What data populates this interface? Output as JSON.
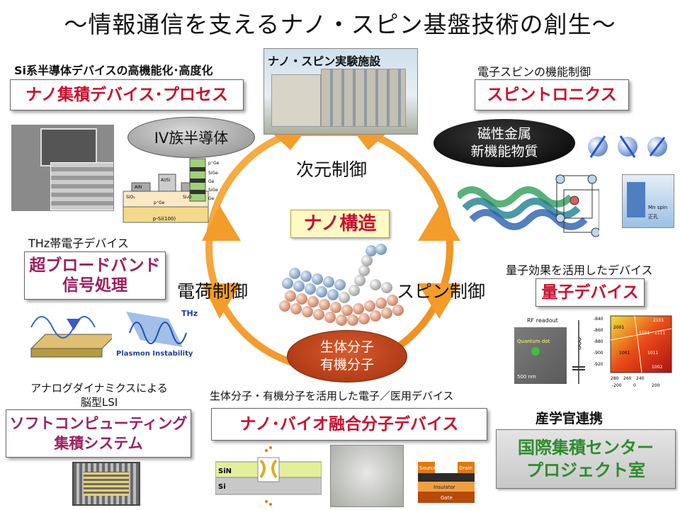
{
  "title": "～情報通信を支えるナノ・スピン基盤技術の創生～",
  "center": {
    "label": "ナノ構造",
    "top_control": "次元制御",
    "left_control": "電荷制御",
    "right_control": "スピン制御",
    "bottom_oval": [
      "生体分子",
      "有機分子"
    ]
  },
  "facility": {
    "caption": "ナノ・スピン実験施設"
  },
  "top_left": {
    "caption": "Si系半導体デバイスの高機能化･高度化",
    "box": "ナノ集積デバイス･プロセス",
    "oval": "IV族半導体",
    "diagram_labels": [
      "AlN",
      "Al/Si",
      "SiO₂",
      "Si₂O",
      "p⁺Ge",
      "p⁺Ge",
      "SiGe",
      "Ge",
      "SiGe",
      "Ge",
      "p-Si(100)"
    ]
  },
  "top_right": {
    "caption": "電子スピンの機能制御",
    "box": "スピントロニクス",
    "oval": [
      "磁性金属",
      "新機能物質"
    ],
    "diagram_labels": [
      "Mn spin",
      "正孔"
    ]
  },
  "mid_left": {
    "caption": "THz帯電子デバイス",
    "box": [
      "超ブロードバンド",
      "信号処理"
    ],
    "diagram_labels": [
      "THz",
      "Plasmon Instability"
    ]
  },
  "mid_right": {
    "caption": "量子効果を活用したデバイス",
    "box": "量子デバイス",
    "chart_labels": [
      "RF readout",
      "500 nm",
      "Quantum dot",
      "-840",
      "-860",
      "-880",
      "-900",
      "-920",
      "280",
      "260",
      "240",
      "-200",
      "0",
      "200",
      "2101",
      "2001",
      "1101",
      "1111",
      "1001",
      "1011",
      "1002"
    ]
  },
  "bottom_left": {
    "caption": [
      "アナログダイナミクスによる",
      "脳型LSI"
    ],
    "box": [
      "ソフトコンピューティング",
      "集積システム"
    ]
  },
  "bottom_center": {
    "caption": "生体分子・有機分子を活用した電子／医用デバイス",
    "box": "ナノ･バイオ融合分子デバイス",
    "diagram_labels": [
      "SiN",
      "Si",
      "Source",
      "Drain",
      "Insulator",
      "Gate"
    ]
  },
  "bottom_right": {
    "caption": "産学官連携",
    "box": [
      "国際集積センター",
      "プロジェクト室"
    ]
  },
  "colors": {
    "arrow": "#f39c2a",
    "box_text_red": "#c8102e",
    "box_text_magenta": "#9b2060",
    "green_text": "#2e8b2e",
    "center_label_bg": "#fff9c4",
    "oval_bio": "#b83a14"
  }
}
